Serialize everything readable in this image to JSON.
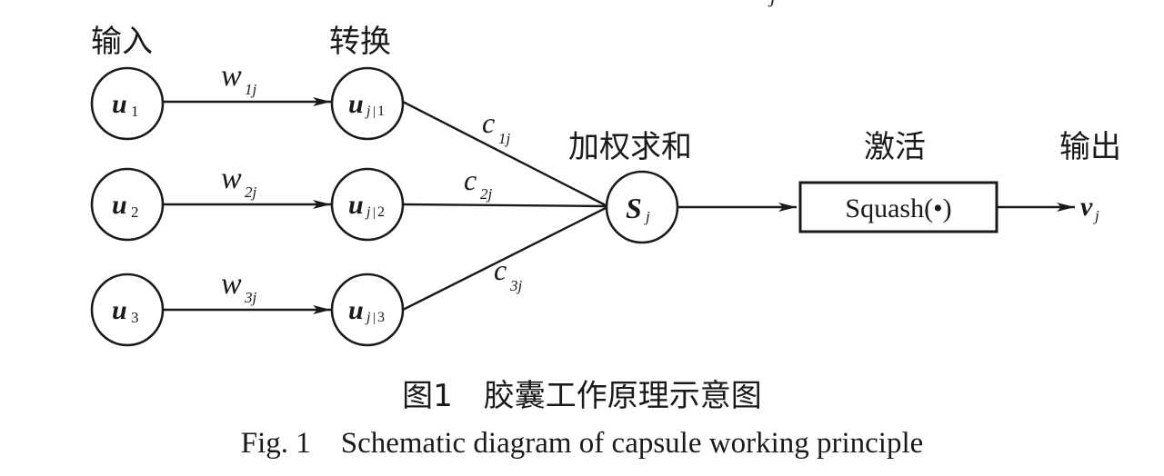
{
  "headers": {
    "input": "输入",
    "transform": "转换",
    "weighted_sum": "加权求和",
    "activation": "激活",
    "output": "输出"
  },
  "inputs": [
    {
      "main": "u",
      "sub": "1"
    },
    {
      "main": "u",
      "sub": "2"
    },
    {
      "main": "u",
      "sub": "3"
    }
  ],
  "transforms": [
    {
      "main": "u",
      "sub_j": "j",
      "sub_bar": "|",
      "sub_n": "1"
    },
    {
      "main": "u",
      "sub_j": "j",
      "sub_bar": "|",
      "sub_n": "2"
    },
    {
      "main": "u",
      "sub_j": "j",
      "sub_bar": "|",
      "sub_n": "3"
    }
  ],
  "weights": [
    {
      "main": "w",
      "sub": "1j"
    },
    {
      "main": "w",
      "sub": "2j"
    },
    {
      "main": "w",
      "sub": "3j"
    }
  ],
  "couplings": [
    {
      "main": "c",
      "sub": "1j"
    },
    {
      "main": "c",
      "sub": "2j"
    },
    {
      "main": "c",
      "sub": "3j"
    }
  ],
  "sum_node": {
    "main": "S",
    "sub": "j"
  },
  "squash_box": {
    "label": "Squash(•)"
  },
  "output_node": {
    "main": "v",
    "sub": "j"
  },
  "top_fragment": "j",
  "caption": {
    "zh": "图1　胶囊工作原理示意图",
    "en": "Fig. 1    Schematic diagram of capsule working principle"
  },
  "colors": {
    "ink": "#1a1a1a",
    "background": "#ffffff"
  }
}
